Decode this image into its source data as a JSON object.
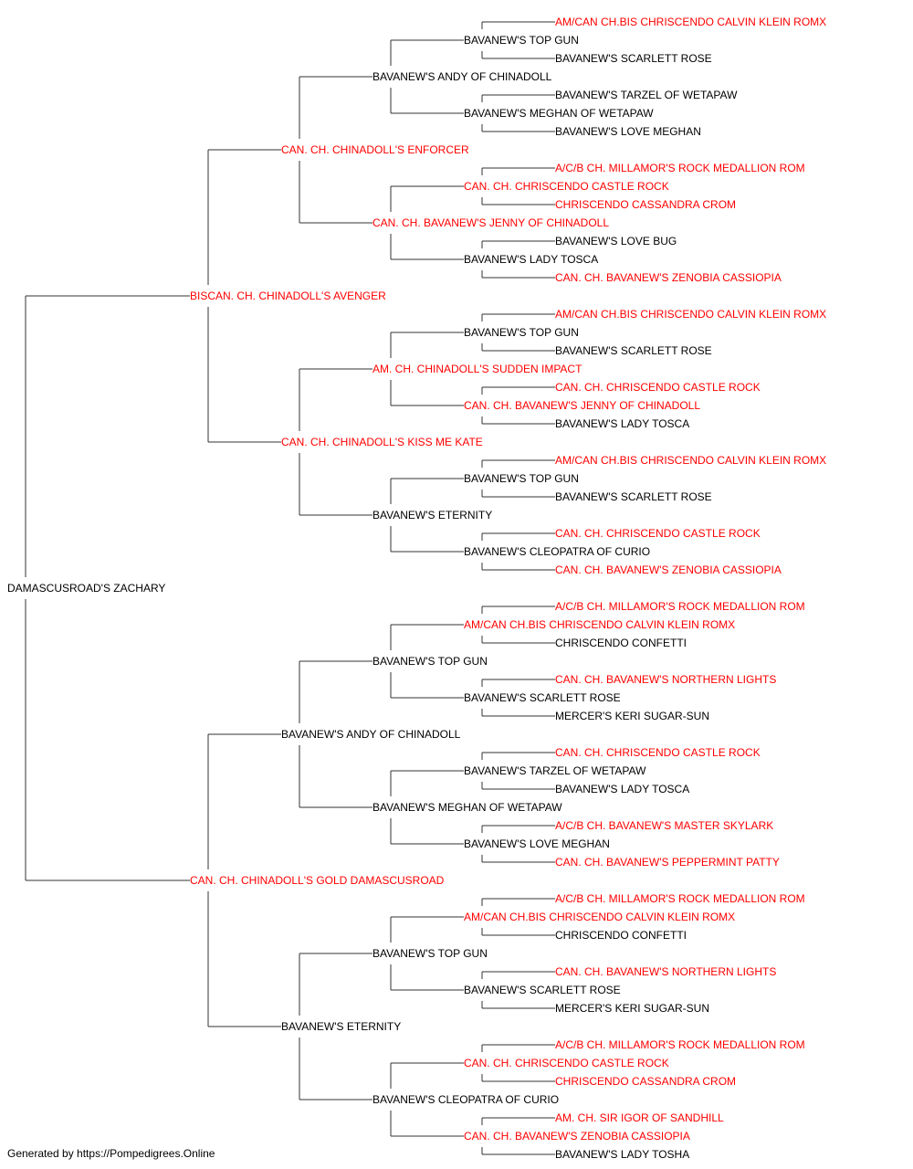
{
  "colors": {
    "champion": "#ff0000",
    "regular": "#000000",
    "line": "#333333"
  },
  "footer": "Generated by https://Pompedigrees.Online",
  "pedigree": {
    "name": "DAMASCUSROAD'S ZACHARY",
    "champion": false,
    "sire": {
      "name": "BISCAN. CH. CHINADOLL'S AVENGER",
      "champion": true,
      "sire": {
        "name": "CAN. CH. CHINADOLL'S ENFORCER",
        "champion": true,
        "sire": {
          "name": "BAVANEW'S ANDY OF CHINADOLL",
          "champion": false,
          "sire": {
            "name": "BAVANEW'S TOP GUN",
            "champion": false,
            "sire": {
              "name": "AM/CAN CH.BIS CHRISCENDO CALVIN KLEIN ROMX",
              "champion": true
            },
            "dam": {
              "name": "BAVANEW'S SCARLETT ROSE",
              "champion": false
            }
          },
          "dam": {
            "name": "BAVANEW'S MEGHAN OF WETAPAW",
            "champion": false,
            "sire": {
              "name": "BAVANEW'S TARZEL OF WETAPAW",
              "champion": false
            },
            "dam": {
              "name": "BAVANEW'S LOVE MEGHAN",
              "champion": false
            }
          }
        },
        "dam": {
          "name": "CAN. CH. BAVANEW'S JENNY OF CHINADOLL",
          "champion": true,
          "sire": {
            "name": "CAN. CH. CHRISCENDO CASTLE ROCK",
            "champion": true,
            "sire": {
              "name": "A/C/B CH. MILLAMOR'S ROCK MEDALLION ROM",
              "champion": true
            },
            "dam": {
              "name": "CHRISCENDO CASSANDRA CROM",
              "champion": true
            }
          },
          "dam": {
            "name": "BAVANEW'S LADY TOSCA",
            "champion": false,
            "sire": {
              "name": "BAVANEW'S LOVE BUG",
              "champion": false
            },
            "dam": {
              "name": "CAN. CH. BAVANEW'S ZENOBIA CASSIOPIA",
              "champion": true
            }
          }
        }
      },
      "dam": {
        "name": "CAN. CH. CHINADOLL'S KISS ME KATE",
        "champion": true,
        "sire": {
          "name": "AM. CH. CHINADOLL'S SUDDEN IMPACT",
          "champion": true,
          "sire": {
            "name": "BAVANEW'S TOP GUN",
            "champion": false,
            "sire": {
              "name": "AM/CAN CH.BIS CHRISCENDO CALVIN KLEIN ROMX",
              "champion": true
            },
            "dam": {
              "name": "BAVANEW'S SCARLETT ROSE",
              "champion": false
            }
          },
          "dam": {
            "name": "CAN. CH. BAVANEW'S JENNY OF CHINADOLL",
            "champion": true,
            "sire": {
              "name": "CAN. CH. CHRISCENDO CASTLE ROCK",
              "champion": true
            },
            "dam": {
              "name": "BAVANEW'S LADY TOSCA",
              "champion": false
            }
          }
        },
        "dam": {
          "name": "BAVANEW'S ETERNITY",
          "champion": false,
          "sire": {
            "name": "BAVANEW'S TOP GUN",
            "champion": false,
            "sire": {
              "name": "AM/CAN CH.BIS CHRISCENDO CALVIN KLEIN ROMX",
              "champion": true
            },
            "dam": {
              "name": "BAVANEW'S SCARLETT ROSE",
              "champion": false
            }
          },
          "dam": {
            "name": "BAVANEW'S CLEOPATRA OF CURIO",
            "champion": false,
            "sire": {
              "name": "CAN. CH. CHRISCENDO CASTLE ROCK",
              "champion": true
            },
            "dam": {
              "name": "CAN. CH. BAVANEW'S ZENOBIA CASSIOPIA",
              "champion": true
            }
          }
        }
      }
    },
    "dam": {
      "name": "CAN. CH. CHINADOLL'S GOLD DAMASCUSROAD",
      "champion": true,
      "sire": {
        "name": "BAVANEW'S ANDY OF CHINADOLL",
        "champion": false,
        "sire": {
          "name": "BAVANEW'S TOP GUN",
          "champion": false,
          "sire": {
            "name": "AM/CAN CH.BIS CHRISCENDO CALVIN KLEIN ROMX",
            "champion": true,
            "sire": {
              "name": "A/C/B CH. MILLAMOR'S ROCK MEDALLION ROM",
              "champion": true
            },
            "dam": {
              "name": "CHRISCENDO CONFETTI",
              "champion": false
            }
          },
          "dam": {
            "name": "BAVANEW'S SCARLETT ROSE",
            "champion": false,
            "sire": {
              "name": "CAN. CH. BAVANEW'S NORTHERN LIGHTS",
              "champion": true
            },
            "dam": {
              "name": "MERCER'S KERI SUGAR-SUN",
              "champion": false
            }
          }
        },
        "dam": {
          "name": "BAVANEW'S MEGHAN OF WETAPAW",
          "champion": false,
          "sire": {
            "name": "BAVANEW'S TARZEL OF WETAPAW",
            "champion": false,
            "sire": {
              "name": "CAN. CH. CHRISCENDO CASTLE ROCK",
              "champion": true
            },
            "dam": {
              "name": "BAVANEW'S LADY TOSCA",
              "champion": false
            }
          },
          "dam": {
            "name": "BAVANEW'S LOVE MEGHAN",
            "champion": false,
            "sire": {
              "name": "A/C/B CH. BAVANEW'S MASTER SKYLARK",
              "champion": true
            },
            "dam": {
              "name": "CAN. CH. BAVANEW'S PEPPERMINT PATTY",
              "champion": true
            }
          }
        }
      },
      "dam": {
        "name": "BAVANEW'S ETERNITY",
        "champion": false,
        "sire": {
          "name": "BAVANEW'S TOP GUN",
          "champion": false,
          "sire": {
            "name": "AM/CAN CH.BIS CHRISCENDO CALVIN KLEIN ROMX",
            "champion": true,
            "sire": {
              "name": "A/C/B CH. MILLAMOR'S ROCK MEDALLION ROM",
              "champion": true
            },
            "dam": {
              "name": "CHRISCENDO CONFETTI",
              "champion": false
            }
          },
          "dam": {
            "name": "BAVANEW'S SCARLETT ROSE",
            "champion": false,
            "sire": {
              "name": "CAN. CH. BAVANEW'S NORTHERN LIGHTS",
              "champion": true
            },
            "dam": {
              "name": "MERCER'S KERI SUGAR-SUN",
              "champion": false
            }
          }
        },
        "dam": {
          "name": "BAVANEW'S CLEOPATRA OF CURIO",
          "champion": false,
          "sire": {
            "name": "CAN. CH. CHRISCENDO CASTLE ROCK",
            "champion": true,
            "sire": {
              "name": "A/C/B CH. MILLAMOR'S ROCK MEDALLION ROM",
              "champion": true
            },
            "dam": {
              "name": "CHRISCENDO CASSANDRA CROM",
              "champion": true
            }
          },
          "dam": {
            "name": "CAN. CH. BAVANEW'S ZENOBIA CASSIOPIA",
            "champion": true,
            "sire": {
              "name": "AM. CH. SIR IGOR OF SANDHILL",
              "champion": true
            },
            "dam": {
              "name": "BAVANEW'S LADY TOSHA",
              "champion": false
            }
          }
        }
      }
    }
  }
}
